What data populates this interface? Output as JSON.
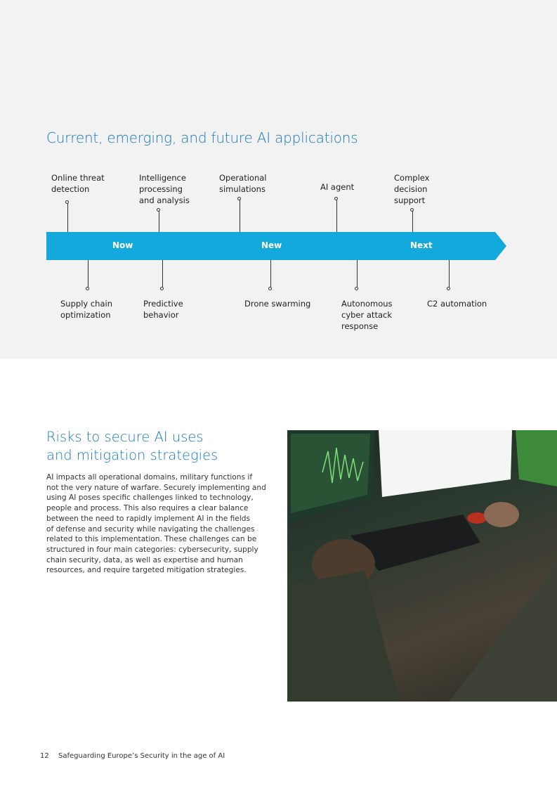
{
  "timeline": {
    "title": "Current, emerging, and future AI applications",
    "phases": [
      "Now",
      "New",
      "Next"
    ],
    "upper": [
      "Online threat\ndetection",
      "Intelligence\nprocessing\nand analysis",
      "Operational\nsimulations",
      "AI agent",
      "Complex\ndecision\nsupport"
    ],
    "lower": [
      "Supply chain\noptimization",
      "Predictive\nbehavior",
      "Drone swarming",
      "Autonomous\ncyber attack\nresponse",
      "C2 automation"
    ]
  },
  "section": {
    "title": "Risks to secure AI uses\nand mitigation strategies",
    "body_lines": [
      "AI impacts all operational domains, military functions if",
      "not the very nature of warfare. Securely implementing and",
      "using AI poses specific challenges linked to technology,",
      "people and process. This also requires a clear balance",
      "between the need to rapidly implement AI in the fields",
      "of defense and security while navigating the challenges",
      "related to this implementation. These challenges can be",
      "structured in four main categories: cybersecurity, supply",
      "chain security, data, as well as expertise and human",
      "resources, and require targeted mitigation strategies."
    ]
  },
  "footer": {
    "page": "12",
    "title": "Safeguarding Europe’s Security in the age of AI"
  },
  "colors": {
    "accent": "#1579bf",
    "bar": "#13a9dd",
    "panel": "#f2f2f2"
  }
}
